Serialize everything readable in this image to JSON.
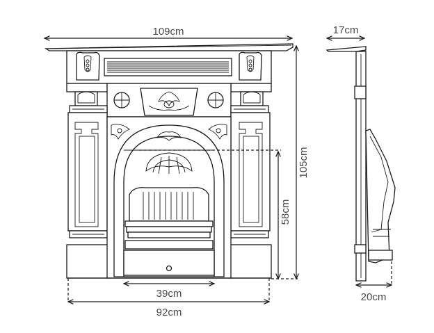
{
  "dimensions": {
    "front_width_top": "109cm",
    "total_height": "105cm",
    "opening_height": "58cm",
    "grate_width": "39cm",
    "front_width_base": "92cm",
    "side_depth_top": "17cm",
    "side_depth_base": "20cm"
  },
  "colors": {
    "line": "#1a1a1a",
    "dim_text": "#4a4a4a",
    "background": "#ffffff"
  }
}
